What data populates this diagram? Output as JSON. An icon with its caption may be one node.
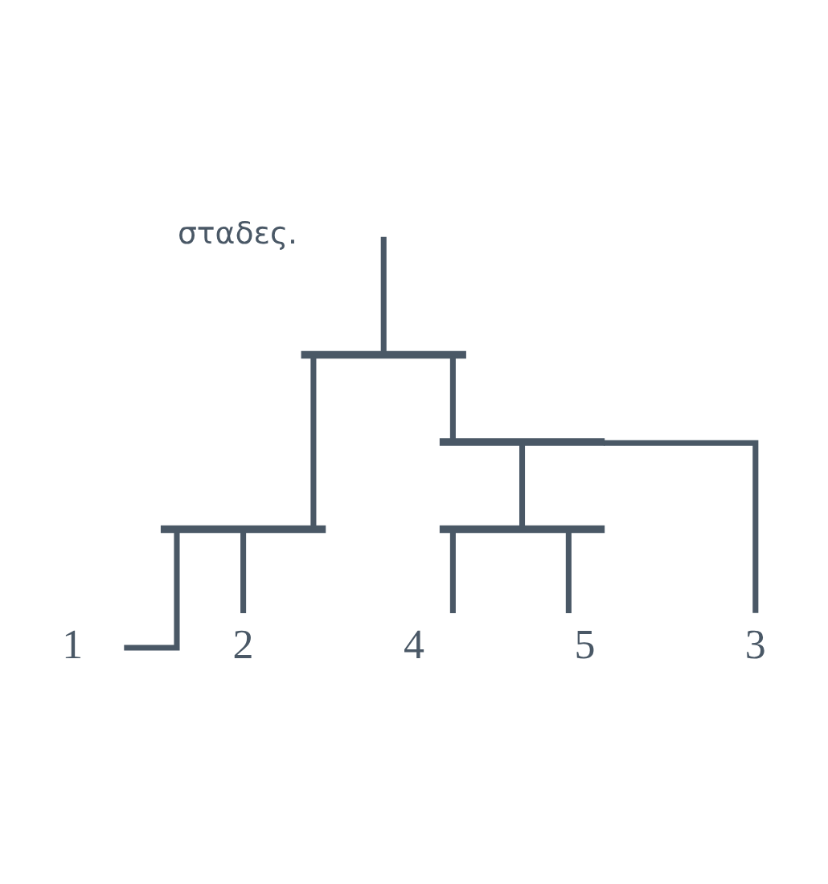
{
  "diagram": {
    "nodes": [
      {
        "text": [],
        "shape": "bar"
      },
      {
        "text": [],
        "shape": "bar"
      },
      {
        "text": [],
        "shape": "bar"
      },
      {
        "text": [],
        "shape": "bar"
      },
      {
        "text": [
          "1"
        ]
      },
      {
        "text": [
          "2"
        ]
      },
      {
        "text": [
          "3"
        ]
      },
      {
        "text": [
          "4"
        ]
      },
      {
        "text": [
          "5"
        ]
      }
    ],
    "edges": [
      {
        "from": null,
        "to": 0,
        "arrow": "none"
      },
      {
        "from": 0,
        "to": 1,
        "arrow": "none"
      },
      {
        "from": 0,
        "to": 2,
        "arrow": "none"
      },
      {
        "from": 1,
        "to": 4,
        "arrow": "none"
      },
      {
        "from": 1,
        "to": 5,
        "arrow": "none"
      },
      {
        "from": 2,
        "to": 6,
        "arrow": "none"
      },
      {
        "from": 2,
        "to": 3,
        "arrow": "none"
      },
      {
        "from": 3,
        "to": 7,
        "arrow": "none"
      },
      {
        "from": 3,
        "to": 8,
        "arrow": "none"
      }
    ],
    "labels": [
      "σταδες."
    ]
  }
}
